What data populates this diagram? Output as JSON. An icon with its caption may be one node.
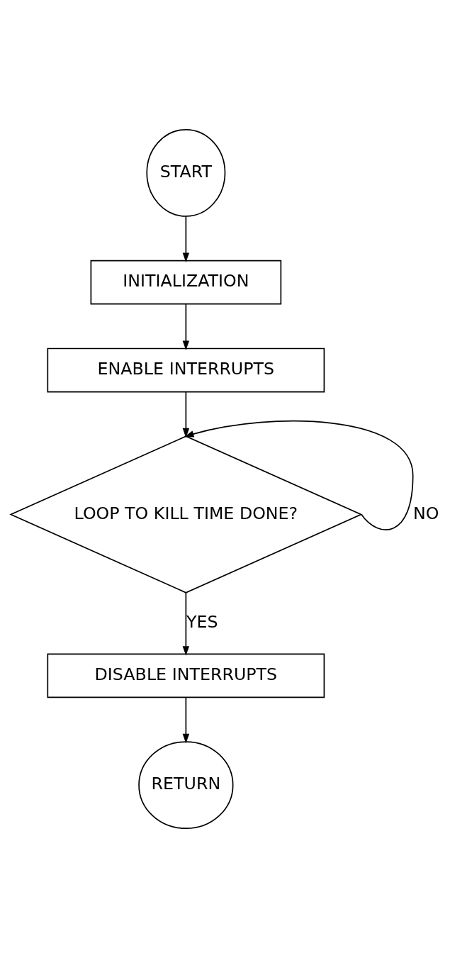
{
  "diagram": {
    "nodes": [
      {
        "text": [
          "START"
        ]
      },
      {
        "text": [
          "INITIALIZATION"
        ]
      },
      {
        "text": [
          "ENABLE INTERRUPTS"
        ]
      },
      {
        "text": [
          "LOOP TO KILL TIME DONE?"
        ]
      },
      {
        "text": [
          "DISABLE INTERRUPTS"
        ]
      },
      {
        "text": [
          "RETURN"
        ]
      }
    ],
    "edges": [
      {
        "from": 0,
        "to": 1,
        "arrow": "to"
      },
      {
        "from": 1,
        "to": 2,
        "arrow": "to"
      },
      {
        "from": 2,
        "to": 3,
        "arrow": "to"
      },
      {
        "from": 3,
        "to": 3,
        "arrow": "to",
        "label": "NO"
      },
      {
        "from": 3,
        "to": 4,
        "arrow": "to",
        "label": "YES"
      },
      {
        "from": 4,
        "to": 5,
        "arrow": "to"
      }
    ]
  }
}
